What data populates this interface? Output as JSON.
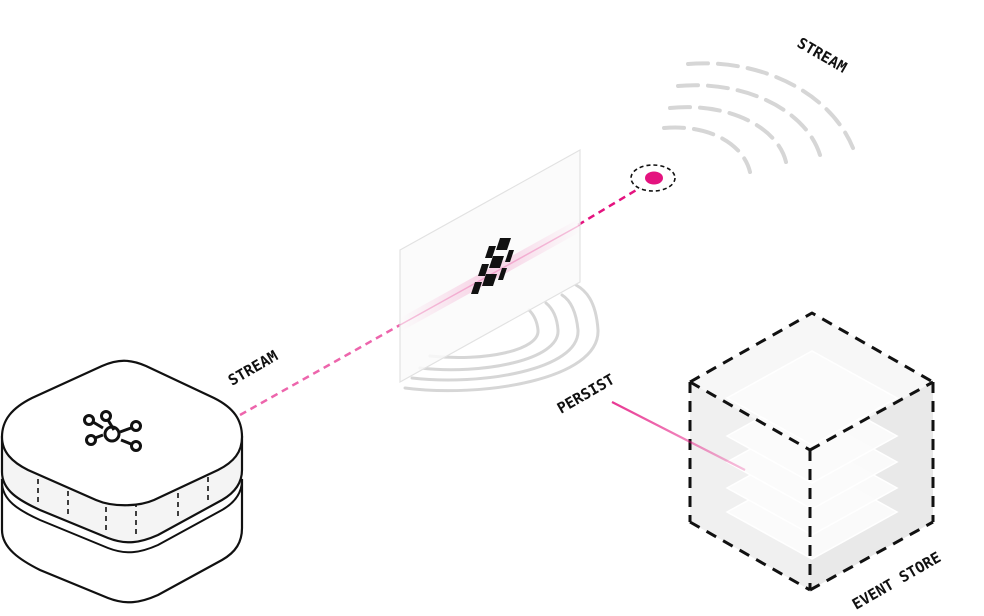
{
  "labels": {
    "stream_left": "STREAM",
    "stream_top": "STREAM",
    "persist": "PERSIST",
    "event_store": "EVENT STORE"
  },
  "colors": {
    "accent": "#e4137f",
    "stroke": "#111111",
    "waves": "#d6d6d6",
    "panel": "#f3f3f3"
  },
  "icons": {
    "source_node": "kafka-icon",
    "processor": "hazelcast-logo-icon",
    "endpoint": "stream-endpoint-dot-icon",
    "storage": "event-store-cube-icon"
  }
}
